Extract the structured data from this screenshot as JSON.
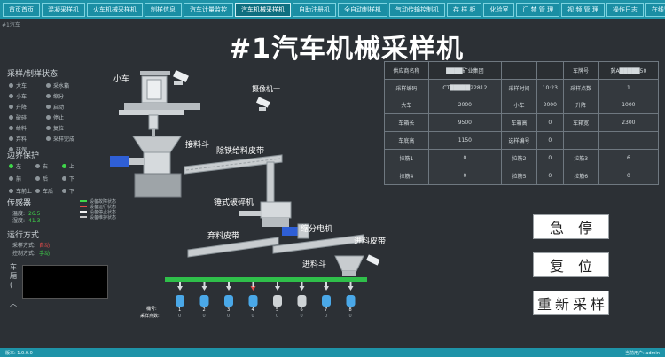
{
  "tabs": [
    {
      "label": "首页首页",
      "active": false
    },
    {
      "label": "混凝采样机",
      "active": false
    },
    {
      "label": "火车机械采样机",
      "active": false
    },
    {
      "label": "制样信息",
      "active": false
    },
    {
      "label": "汽车计量监控",
      "active": false
    },
    {
      "label": "汽车机械采样机",
      "active": true
    },
    {
      "label": "自助注册机",
      "active": false
    },
    {
      "label": "全自动制样机",
      "active": false
    },
    {
      "label": "气动传输控制机",
      "active": false
    },
    {
      "label": "存 样 柜",
      "active": false
    },
    {
      "label": "化验室",
      "active": false
    },
    {
      "label": "门 禁 管 理",
      "active": false
    },
    {
      "label": "视 频 管 理",
      "active": false
    },
    {
      "label": "操作日志",
      "active": false
    },
    {
      "label": "在线监控",
      "active": false
    }
  ],
  "corner_text": "#1汽车",
  "title": "#1汽车机械采样机",
  "left": {
    "status_title": "采样/制样状态",
    "status_items": [
      {
        "label": "大车",
        "on": false
      },
      {
        "label": "采水箱",
        "on": false
      },
      {
        "label": "小车",
        "on": false
      },
      {
        "label": "缩分",
        "on": false
      },
      {
        "label": "升降",
        "on": false
      },
      {
        "label": "启动",
        "on": false
      },
      {
        "label": "破碎",
        "on": false
      },
      {
        "label": "停止",
        "on": false
      },
      {
        "label": "给料",
        "on": false
      },
      {
        "label": "复位",
        "on": false
      },
      {
        "label": "弃料",
        "on": false
      },
      {
        "label": "采样完成",
        "on": false
      },
      {
        "label": "环保",
        "on": false
      }
    ],
    "limit_title": "边界保护",
    "limit_items": [
      {
        "label": "左",
        "on": true
      },
      {
        "label": "右",
        "on": false
      },
      {
        "label": "上",
        "on": true
      },
      {
        "label": "前",
        "on": false
      },
      {
        "label": "后",
        "on": false
      },
      {
        "label": "下",
        "on": false
      },
      {
        "label": "车前上",
        "on": false
      },
      {
        "label": "车后",
        "on": false
      },
      {
        "label": "下",
        "on": false
      }
    ],
    "sensor_title": "传感器",
    "sensor_lines": [
      {
        "k": "温度:",
        "v": "26.5"
      },
      {
        "k": "湿度:",
        "v": "41.3"
      }
    ],
    "mode_title": "运行方式",
    "mode_lines": [
      {
        "k": "采样方式:",
        "v": "自动",
        "color": "red"
      },
      {
        "k": "控制方式:",
        "v": "手动",
        "color": "green"
      }
    ],
    "legend": [
      {
        "label": "设备故障状态",
        "color": "#3fd64a"
      },
      {
        "label": "设备运行状态",
        "color": "#e54b4b"
      },
      {
        "label": "设备停止状态",
        "color": "#f1f1f1"
      },
      {
        "label": "设备维护状态",
        "color": "#c9c9c9"
      }
    ],
    "car_label": "车 厢 (",
    "car_extra": "︿"
  },
  "table": [
    [
      "供应商名称",
      "████矿业集团",
      "",
      "",
      "车牌号",
      "冀A█████50"
    ],
    [
      "采样编码",
      "CT█████22812",
      "采样时间",
      "10:23",
      "采样点数",
      "1"
    ],
    [
      "大车",
      "2000",
      "小车",
      "2000",
      "升降",
      "1000"
    ],
    [
      "车箱长",
      "9500",
      "车箱高",
      "0",
      "车箱宽",
      "2300"
    ],
    [
      "车底高",
      "1150",
      "选样编号",
      "0",
      "",
      ""
    ],
    [
      "拉筋1",
      "0",
      "拉筋2",
      "0",
      "拉筋3",
      "6"
    ],
    [
      "拉筋4",
      "0",
      "拉筋5",
      "0",
      "拉筋6",
      "0"
    ]
  ],
  "buttons": {
    "estop": "急停",
    "reset": "复位",
    "resample": "重新采样"
  },
  "diagram": {
    "trolley": "小车",
    "camera1": "摄像机一",
    "hopper": "接料斗",
    "iron_belt": "除铁给料皮带",
    "crusher": "锤式破碎机",
    "divider_motor": "缩分电机",
    "reject_belt": "弃料皮带",
    "feed_belt": "进料皮带",
    "feed_hopper": "进料斗",
    "bucket_row_label": "桶号:",
    "bucket_row_label2": "采样点数:",
    "buckets": [
      "1",
      "2",
      "3",
      "4",
      "5",
      "6",
      "7",
      "8"
    ],
    "bucket_counts": [
      "0",
      "0",
      "0",
      "0",
      "0",
      "0",
      "0",
      "0"
    ]
  },
  "statusbar": {
    "left": "版本: 1.0.0.0",
    "right": "当前用户: admin"
  },
  "colors": {
    "tabbar": "#1e93a8",
    "background": "#2c3035",
    "green": "#3fd64a",
    "red": "#e54b4b",
    "machine_grey": "#b7bcc0",
    "belt_grey": "#c8cccf",
    "motor_blue": "#2f5fd6",
    "rail_green": "#2fbf4a",
    "bucket_blue": "#4aa8e8"
  }
}
